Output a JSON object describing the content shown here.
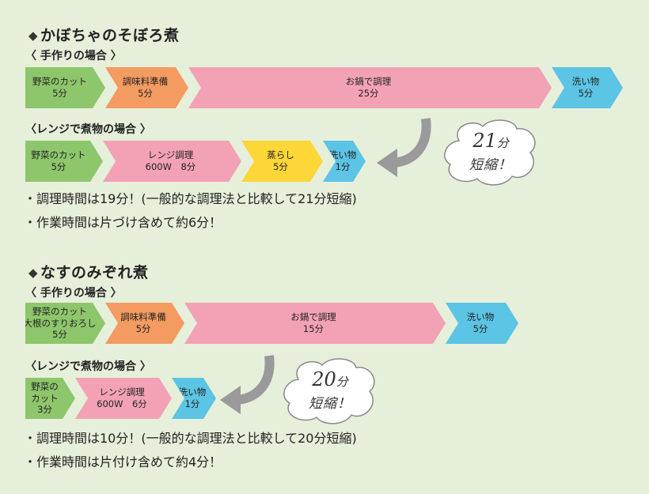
{
  "sections": [
    {
      "title": "かぼちゃのそぼろ煮",
      "manual_label": "〈 手作りの場合 〉",
      "range_label": "〈レンジで煮物の場合 〉",
      "manual_steps": [
        {
          "label": "野菜のカット",
          "duration": "5分",
          "color": "#8ec66b"
        },
        {
          "label": "調味料準備",
          "duration": "5分",
          "color": "#f39b61"
        },
        {
          "label": "お鍋で調理",
          "duration": "25分",
          "color": "#f3a2b6"
        },
        {
          "label": "洗い物",
          "duration": "5分",
          "color": "#5cc4e4"
        }
      ],
      "range_steps": [
        {
          "label": "野菜のカット",
          "duration": "5分",
          "color": "#8ec66b"
        },
        {
          "label": "レンジ調理",
          "duration": "600W　8分",
          "color": "#f3a2b6"
        },
        {
          "label": "蒸らし",
          "duration": "5分",
          "color": "#fdd637"
        },
        {
          "label": "洗い物",
          "duration": "1分",
          "color": "#5cc4e4"
        }
      ],
      "badge": {
        "number": "21",
        "unit": "分",
        "text": "短縮！"
      },
      "bullets": [
        "・調理時間は19分！(一般的な調理法と比較して21分短縮)",
        "・作業時間は片づけ含めて約6分！"
      ]
    },
    {
      "title": "なすのみぞれ煮",
      "manual_label": "〈 手作りの場合 〉",
      "range_label": "〈レンジで煮物の場合 〉",
      "manual_steps": [
        {
          "label": "野菜のカット\n大根のすりおろし",
          "duration": "5分",
          "color": "#8ec66b"
        },
        {
          "label": "調味料準備",
          "duration": "5分",
          "color": "#f39b61"
        },
        {
          "label": "お鍋で調理",
          "duration": "15分",
          "color": "#f3a2b6"
        },
        {
          "label": "洗い物",
          "duration": "5分",
          "color": "#5cc4e4"
        }
      ],
      "range_steps": [
        {
          "label": "野菜の\nカット",
          "duration": "3分",
          "color": "#8ec66b"
        },
        {
          "label": "レンジ調理",
          "duration": "600W　6分",
          "color": "#f3a2b6"
        },
        {
          "label": "洗い物",
          "duration": "1分",
          "color": "#5cc4e4"
        }
      ],
      "badge": {
        "number": "20",
        "unit": "分",
        "text": "短縮！"
      },
      "bullets": [
        "・調理時間は10分！(一般的な調理法と比較して20分短縮)",
        "・作業時間は片付け含めて約4分！"
      ]
    }
  ]
}
